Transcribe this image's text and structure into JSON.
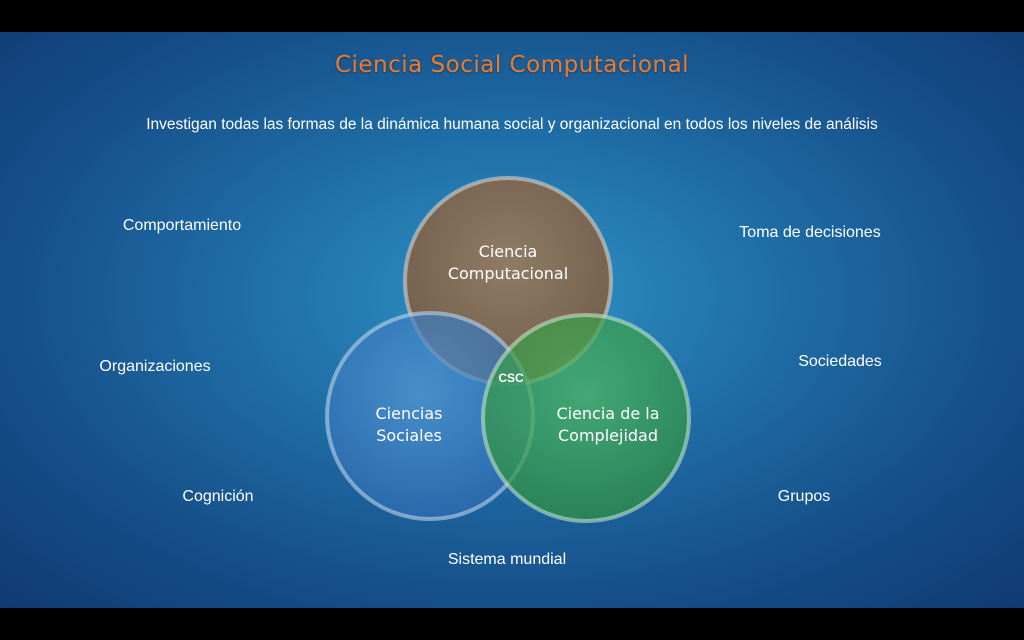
{
  "title": "Ciencia Social Computacional",
  "subtitle": "Investigan todas las formas de la dinámica humana social y organizacional en todos los niveles de análisis",
  "circles": {
    "computacional": {
      "line1": "Ciencia",
      "line2": "Computacional",
      "color": "#8a6a4d"
    },
    "sociales": {
      "line1": "Ciencias",
      "line2": "Sociales",
      "color": "#3f7fc2"
    },
    "complejidad": {
      "line1": "Ciencia de la",
      "line2": "Complejidad",
      "color": "#39a34a"
    }
  },
  "center_label": "CSC",
  "left_labels": [
    "Comportamiento",
    "Organizaciones",
    "Cognición"
  ],
  "right_labels": [
    "Toma de decisiones",
    "Sociedades",
    "Grupos"
  ],
  "bottom_label": "Sistema mundial",
  "colors": {
    "title": "#ee7a2c",
    "text": "#ffffff",
    "background": "#1f6da6"
  }
}
